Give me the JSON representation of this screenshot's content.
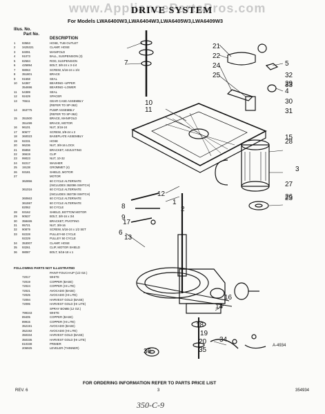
{
  "watermark": "www.AppliancePartsPros.com",
  "header": {
    "title": "DRIVE SYSTEM",
    "models": "For Models LWA6400W3,LWA6404W3,LWA6405W3,LWA6409W3"
  },
  "columns": {
    "illus_no": "Illus. No.",
    "part_no": "Part No.",
    "description": "DESCRIPTION"
  },
  "parts": [
    {
      "illus": "1",
      "part": "93553",
      "desc": "HOSE, TUB OUTLET"
    },
    {
      "illus": "2",
      "part": "3425321",
      "desc": "CLAMP, HOSE"
    },
    {
      "illus": "3",
      "part": "84091",
      "desc": "MANIFOLD"
    },
    {
      "illus": "4",
      "part": "91073",
      "desc": "BALL, SUSPENSION (3)"
    },
    {
      "illus": "5",
      "part": "82584",
      "desc": "ROD, SUSPENSION"
    },
    {
      "illus": "6",
      "part": "425894",
      "desc": "BOLT, 3/8-24 x 3-1/4"
    },
    {
      "illus": "7",
      "part": "98063",
      "desc": "SCREW, 5/16-24 x 3/4"
    },
    {
      "illus": "8",
      "part": "351801",
      "desc": "BRACE"
    },
    {
      "illus": "9",
      "part": "91658",
      "desc": "SEAL"
    },
    {
      "illus": "10",
      "part": "54387",
      "desc": "BEARING--UPPER"
    },
    {
      "illus": "",
      "part": "354696",
      "desc": "BEARING--LOWER"
    },
    {
      "illus": "11",
      "part": "54389",
      "desc": "SEAL"
    },
    {
      "illus": "12",
      "part": "92429",
      "desc": "SPACER"
    },
    {
      "illus": "13",
      "part": "76511",
      "desc": "GEAR CASE ASSEMBLY"
    },
    {
      "illus": "",
      "part": "",
      "desc": "(REFER TO SP-362)"
    },
    {
      "illus": "14",
      "part": "363775",
      "desc": "PUMP ASSEMBLY"
    },
    {
      "illus": "",
      "part": "",
      "desc": "(REFER TO SP-362)"
    },
    {
      "illus": "15",
      "part": "351500",
      "desc": "BRACE, MANIFOLD"
    },
    {
      "illus": "",
      "part": "351499",
      "desc": "BRACE, MOTOR"
    },
    {
      "illus": "16",
      "part": "96101",
      "desc": "NUT, 3/16-24"
    },
    {
      "illus": "17",
      "part": "90677",
      "desc": "SCREW, 3/8-24 x 2"
    },
    {
      "illus": "18",
      "part": "360023",
      "desc": "BASEPLATE ASSEMBLY"
    },
    {
      "illus": "19",
      "part": "92231",
      "desc": "HOSE"
    },
    {
      "illus": "20",
      "part": "96236",
      "desc": "NUT, 3/8-16 LOCK"
    },
    {
      "illus": "21",
      "part": "85858",
      "desc": "BRACKET, ADJUSTING"
    },
    {
      "illus": "22",
      "part": "36619",
      "desc": "CLIP"
    },
    {
      "illus": "23",
      "part": "99023",
      "desc": "NUT, 10-32"
    },
    {
      "illus": "24",
      "part": "92217",
      "desc": "WASHER"
    },
    {
      "illus": "25",
      "part": "19138",
      "desc": "GROMMET (4)"
    },
    {
      "illus": "26",
      "part": "93181",
      "desc": "SHIELD, MOTOR"
    },
    {
      "illus": "27",
      "part": "",
      "desc": "MOTOR"
    },
    {
      "illus": "",
      "part": "362856",
      "desc": "60 CYCLE ALTERNATE"
    },
    {
      "illus": "",
      "part": "",
      "desc": "(INCLUDES 362086 SWITCH)"
    },
    {
      "illus": "",
      "part": "361016",
      "desc": "60 CYCLE ALTERNATE"
    },
    {
      "illus": "",
      "part": "",
      "desc": "(INCLUDES 363738 SWITCH)"
    },
    {
      "illus": "",
      "part": "360663",
      "desc": "60 CYCLE ALTERNATE"
    },
    {
      "illus": "",
      "part": "361597",
      "desc": "60 CYCLE ALTERNATE"
    },
    {
      "illus": "",
      "part": "82062",
      "desc": "50 CYCLE"
    },
    {
      "illus": "28",
      "part": "93162",
      "desc": "SHIELD, BOTTOM MOTOR"
    },
    {
      "illus": "29",
      "part": "90537",
      "desc": "BOLT, 3/8-16 x 3/4"
    },
    {
      "illus": "30",
      "part": "358465",
      "desc": "BRACKET, PIVOTING"
    },
    {
      "illus": "31",
      "part": "95721",
      "desc": "NUT, 3/8-16"
    },
    {
      "illus": "32",
      "part": "90879",
      "desc": "SCREW, 5/16-24 x 1/2 SET"
    },
    {
      "illus": "33",
      "part": "92228",
      "desc": "PULLEY-60 CYCLE"
    },
    {
      "illus": "",
      "part": "92229",
      "desc": "PULLEY 50 CYCLE"
    },
    {
      "illus": "34",
      "part": "353007",
      "desc": "CLAMP, HOSE"
    },
    {
      "illus": "35",
      "part": "93261",
      "desc": "CLIP, MOTOR SHIELD"
    },
    {
      "illus": "36",
      "part": "98087",
      "desc": "BOLT, 5/16-18 x 1"
    }
  ],
  "following_heading": "FOLLOWING PARTS NOT ILLUSTRATED",
  "parts_not_illustrated": [
    {
      "part": "",
      "desc": "PAINT-TOUCH-UP (1/2 OZ.)"
    },
    {
      "part": "72017",
      "desc": "WHITE"
    },
    {
      "part": "72019",
      "desc": "COPPER (BASE)"
    },
    {
      "part": "72024",
      "desc": "COPPER (HI LITE)"
    },
    {
      "part": "72021",
      "desc": "AVOCADO (BASE)"
    },
    {
      "part": "72025",
      "desc": "AVOCADO (HI LITE)"
    },
    {
      "part": "72094",
      "desc": "HARVEST GOLD (BASE)"
    },
    {
      "part": "72095",
      "desc": "HARVEST GOLD (HI LITE)"
    },
    {
      "part": "",
      "desc": "SPRAY BOMB (12 OZ.)"
    },
    {
      "part": "799343",
      "desc": "WHITE"
    },
    {
      "part": "89405",
      "desc": "COPPER (BASE)"
    },
    {
      "part": "89915",
      "desc": "COPPER (HI LITE)"
    },
    {
      "part": "352191",
      "desc": "AVOCADO (BASE)"
    },
    {
      "part": "352192",
      "desc": "AVOCADO (HI LITE)"
    },
    {
      "part": "350334",
      "desc": "HARVEST GOLD (BASE)"
    },
    {
      "part": "350335",
      "desc": "HARVEST GOLD (HI LITE)"
    },
    {
      "part": "810338",
      "desc": "PRIMER"
    },
    {
      "part": "206925",
      "desc": "LEVELER (THINNER)"
    }
  ],
  "diagram": {
    "callouts": [
      "1",
      "2",
      "3",
      "4",
      "5",
      "6",
      "7",
      "8",
      "9",
      "10",
      "11",
      "12",
      "13",
      "14",
      "15",
      "16",
      "17",
      "18",
      "19",
      "20",
      "21",
      "22",
      "23",
      "24",
      "25",
      "26",
      "27",
      "28",
      "29",
      "30",
      "31",
      "32",
      "33",
      "34",
      "35",
      "36"
    ],
    "reference": "A-4934"
  },
  "footer": {
    "notice": "FOR ORDERING INFORMATION REFER TO PARTS PRICE LIST",
    "rev": "REV. 6",
    "page": "3",
    "doc_no": "354934",
    "handwritten": "350-C-9"
  }
}
